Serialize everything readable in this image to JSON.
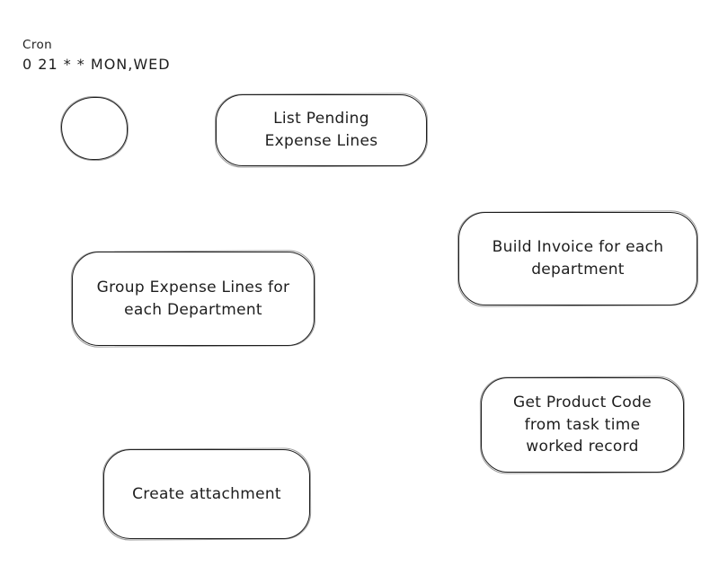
{
  "canvas": {
    "background": "#ffffff",
    "stroke_color": "#1e1e1e"
  },
  "trigger": {
    "type_label": "Cron",
    "schedule": "0 21 * * MON,WED",
    "shape": "circle"
  },
  "nodes": [
    {
      "id": "list-pending-expense-lines",
      "label": "List Pending\nExpense Lines"
    },
    {
      "id": "build-invoice-for-each-department",
      "label": "Build Invoice for each\ndepartment"
    },
    {
      "id": "group-expense-lines-for-each-department",
      "label": "Group Expense Lines for\neach Department"
    },
    {
      "id": "get-product-code-from-task-time-worked-record",
      "label": "Get Product Code\nfrom task time\nworked record"
    },
    {
      "id": "create-attachment",
      "label": "Create attachment"
    }
  ]
}
